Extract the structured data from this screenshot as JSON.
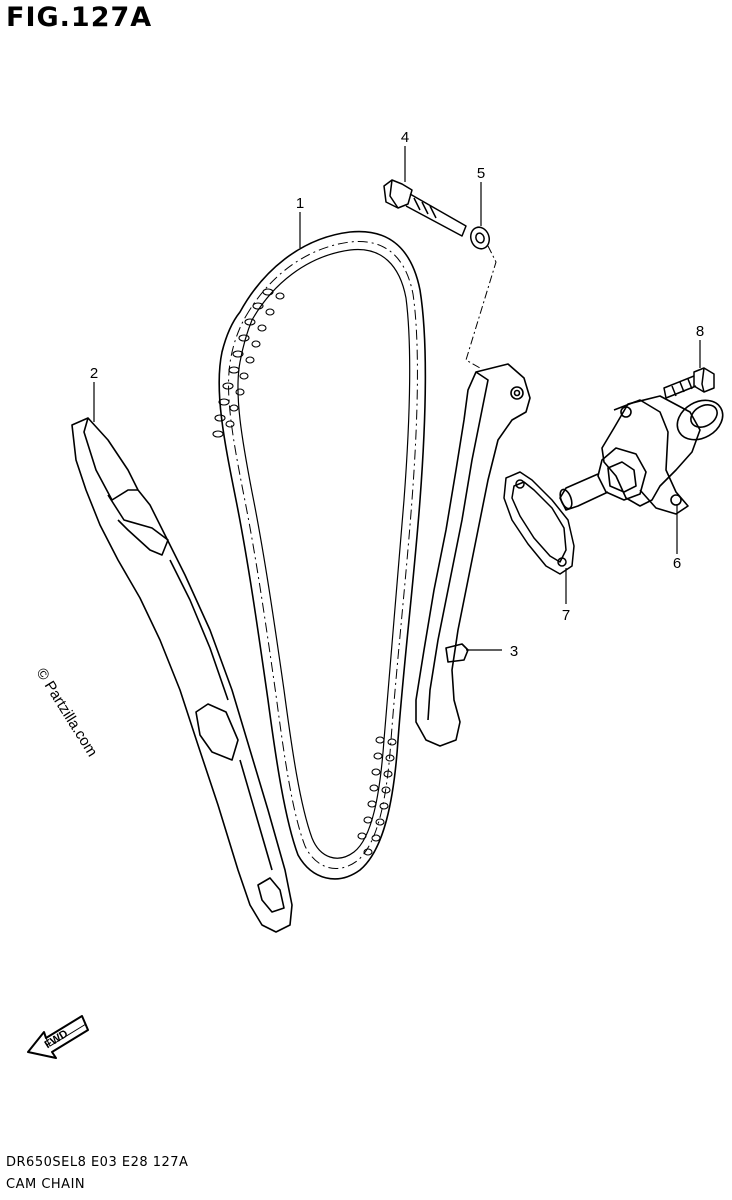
{
  "figure": {
    "title": "FIG.127A"
  },
  "callouts": {
    "c1": "1",
    "c2": "2",
    "c3": "3",
    "c4": "4",
    "c5": "5",
    "c6": "6",
    "c7": "7",
    "c8": "8"
  },
  "watermark": {
    "text": "© Partzilla.com"
  },
  "fwd_arrow": {
    "label": "FWD"
  },
  "footer": {
    "code": "DR650SEL8  E03  E28  127A",
    "name": "CAM CHAIN"
  }
}
